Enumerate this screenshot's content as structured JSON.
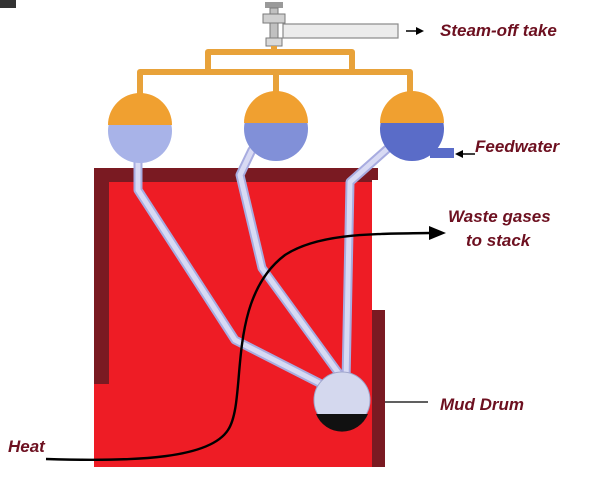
{
  "labels": {
    "steam": "Steam-off take",
    "feedwater": "Feedwater",
    "waste_line1": "Waste gases",
    "waste_line2": "to stack",
    "mud_drum": "Mud Drum",
    "heat": "Heat"
  },
  "colors": {
    "furnace": "#ee1c25",
    "furnace_shadow": "#7a1a22",
    "header_pipe": "#e8a23a",
    "steam_space": "#f0a030",
    "water": "#9aa6e0",
    "water_dark": "#5a6cc8",
    "tube": "#c8cbf0",
    "label": "#6d1020"
  }
}
